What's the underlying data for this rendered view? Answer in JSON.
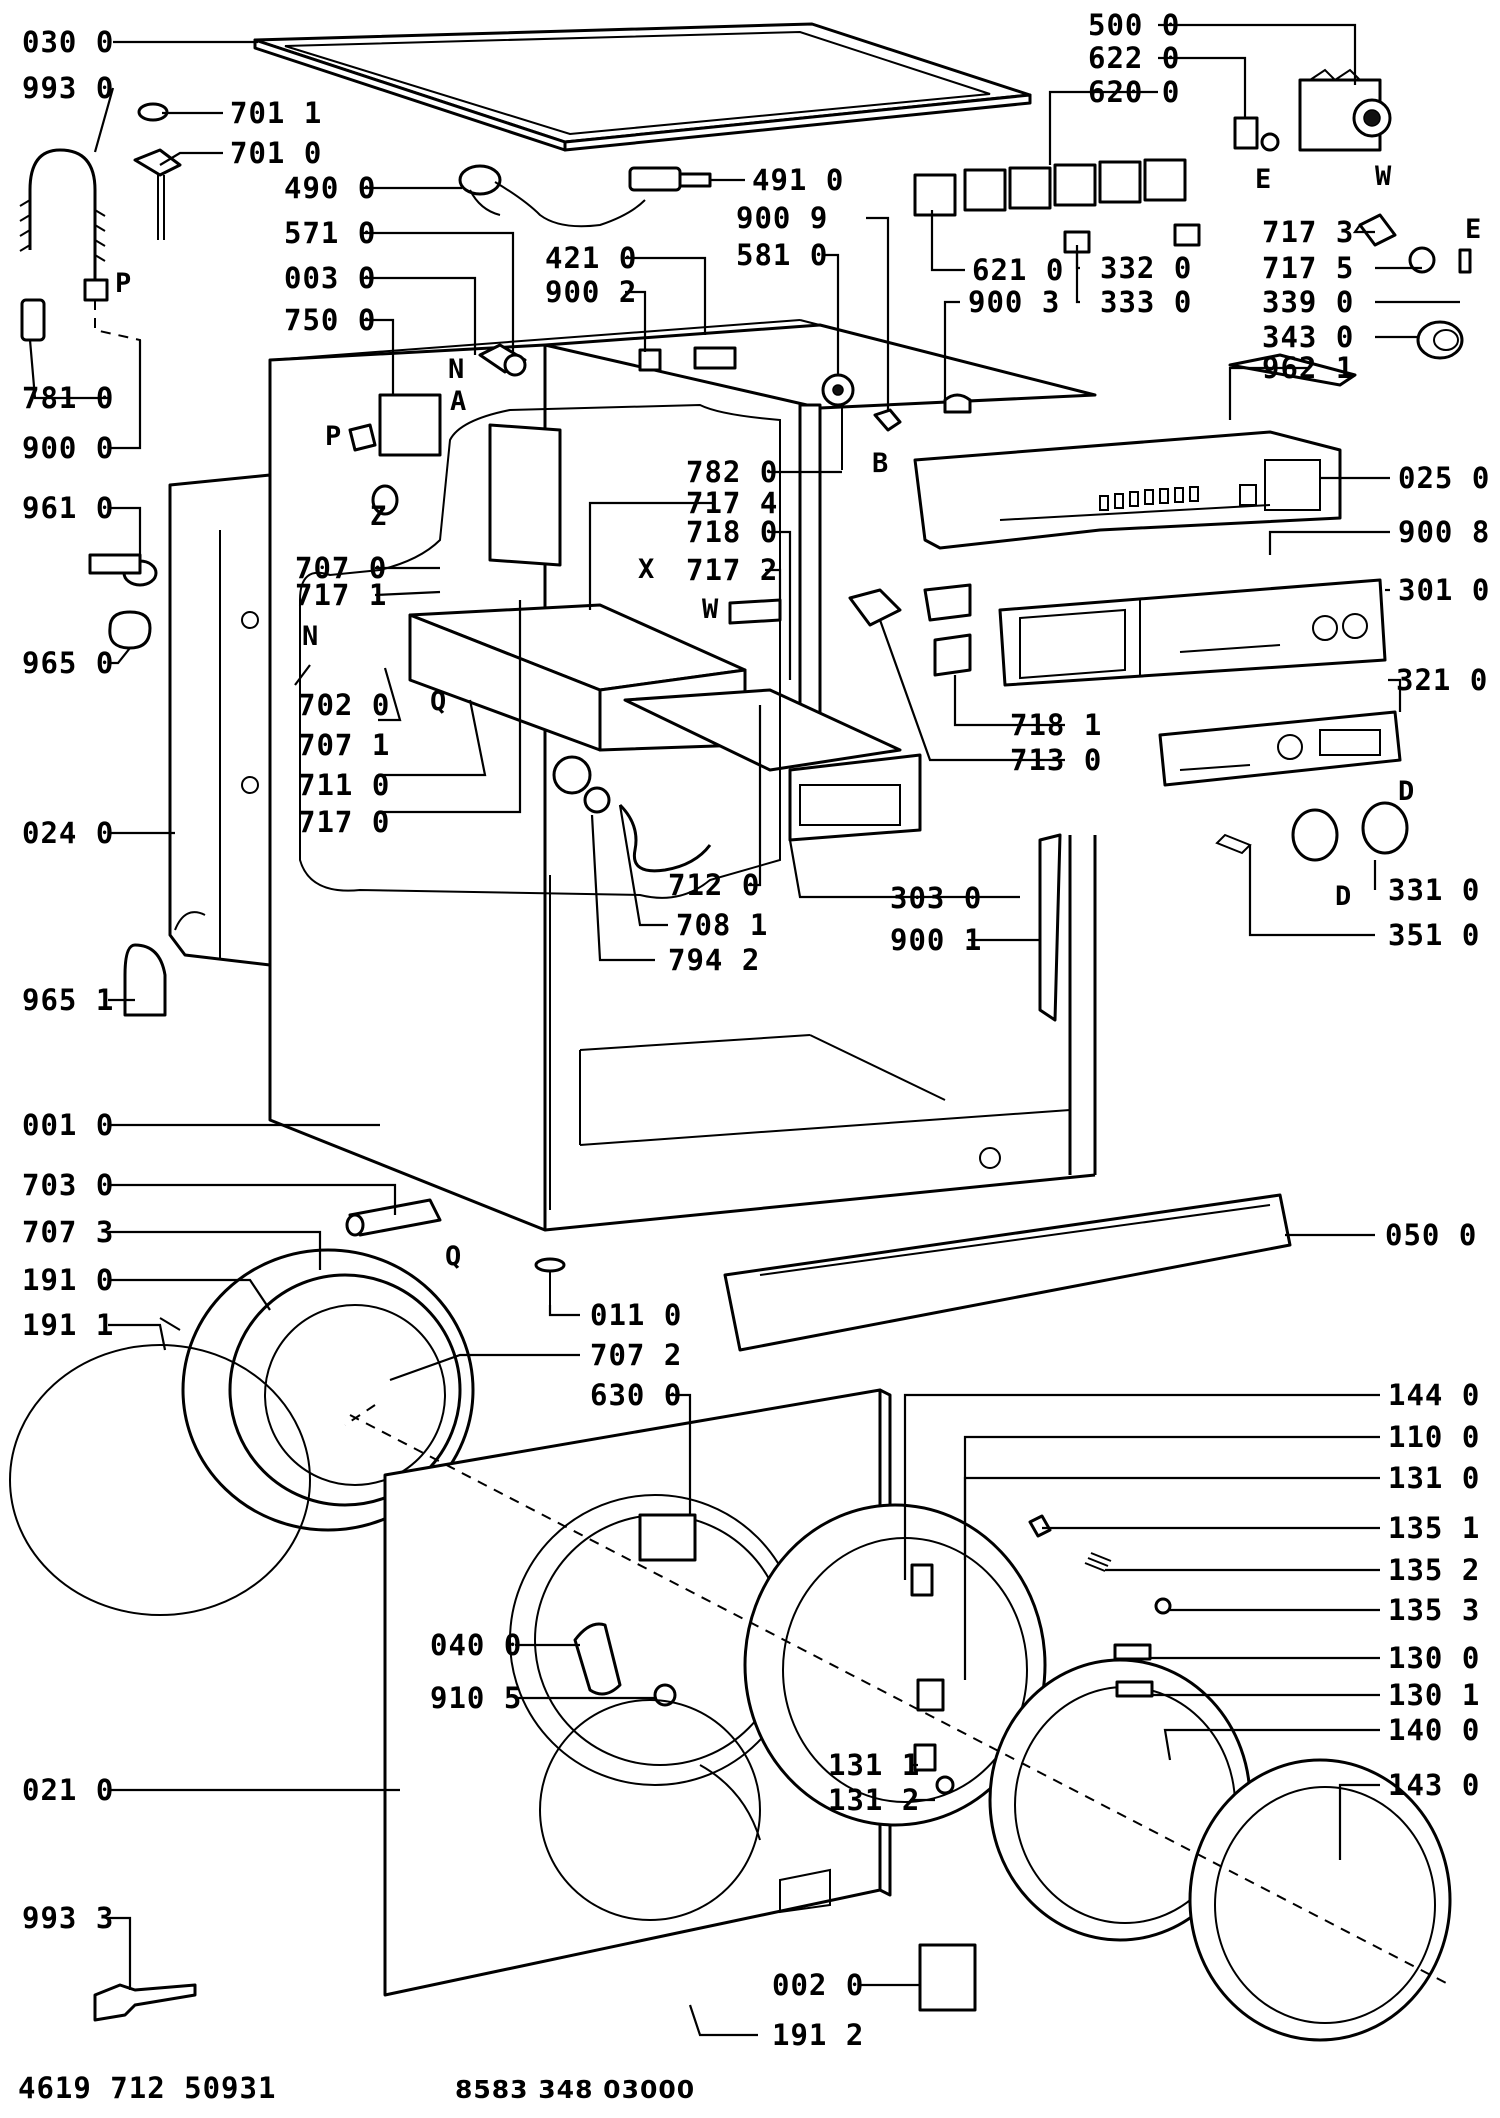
{
  "callouts": [
    {
      "name": "callout-030-0",
      "text": "030 0"
    },
    {
      "name": "callout-993-0",
      "text": "993 0"
    },
    {
      "name": "callout-701-1",
      "text": "701 1"
    },
    {
      "name": "callout-701-0",
      "text": "701 0"
    },
    {
      "name": "callout-490-0",
      "text": "490 0"
    },
    {
      "name": "callout-491-0",
      "text": "491 0"
    },
    {
      "name": "callout-500-0",
      "text": "500 0"
    },
    {
      "name": "callout-622-0",
      "text": "622 0"
    },
    {
      "name": "callout-620-0",
      "text": "620 0"
    },
    {
      "name": "callout-571-0",
      "text": "571 0"
    },
    {
      "name": "callout-900-9",
      "text": "900 9"
    },
    {
      "name": "callout-421-0",
      "text": "421 0"
    },
    {
      "name": "callout-581-0",
      "text": "581 0"
    },
    {
      "name": "callout-003-0",
      "text": "003 0"
    },
    {
      "name": "callout-900-2",
      "text": "900 2"
    },
    {
      "name": "callout-621-0",
      "text": "621 0"
    },
    {
      "name": "callout-332-0",
      "text": "332 0"
    },
    {
      "name": "callout-717-3",
      "text": "717 3"
    },
    {
      "name": "callout-717-5",
      "text": "717 5"
    },
    {
      "name": "callout-750-0",
      "text": "750 0"
    },
    {
      "name": "callout-900-3",
      "text": "900 3"
    },
    {
      "name": "callout-333-0",
      "text": "333 0"
    },
    {
      "name": "callout-339-0",
      "text": "339 0"
    },
    {
      "name": "callout-343-0",
      "text": "343 0"
    },
    {
      "name": "callout-962-1",
      "text": "962 1"
    },
    {
      "name": "callout-781-0",
      "text": "781 0"
    },
    {
      "name": "callout-900-0",
      "text": "900 0"
    },
    {
      "name": "callout-782-0",
      "text": "782 0"
    },
    {
      "name": "callout-025-0",
      "text": "025 0"
    },
    {
      "name": "callout-961-0",
      "text": "961 0"
    },
    {
      "name": "callout-717-4",
      "text": "717 4"
    },
    {
      "name": "callout-718-0",
      "text": "718 0"
    },
    {
      "name": "callout-900-8",
      "text": "900 8"
    },
    {
      "name": "callout-707-0",
      "text": "707 0"
    },
    {
      "name": "callout-717-2",
      "text": "717 2"
    },
    {
      "name": "callout-717-1",
      "text": "717 1"
    },
    {
      "name": "callout-301-0",
      "text": "301 0"
    },
    {
      "name": "callout-965-0",
      "text": "965 0"
    },
    {
      "name": "callout-321-0",
      "text": "321 0"
    },
    {
      "name": "callout-702-0",
      "text": "702 0"
    },
    {
      "name": "callout-718-1",
      "text": "718 1"
    },
    {
      "name": "callout-707-1",
      "text": "707 1"
    },
    {
      "name": "callout-713-0",
      "text": "713 0"
    },
    {
      "name": "callout-711-0",
      "text": "711 0"
    },
    {
      "name": "callout-717-0",
      "text": "717 0"
    },
    {
      "name": "callout-024-0",
      "text": "024 0"
    },
    {
      "name": "callout-712-0",
      "text": "712 0"
    },
    {
      "name": "callout-303-0",
      "text": "303 0"
    },
    {
      "name": "callout-331-0",
      "text": "331 0"
    },
    {
      "name": "callout-708-1",
      "text": "708 1"
    },
    {
      "name": "callout-900-1",
      "text": "900 1"
    },
    {
      "name": "callout-351-0",
      "text": "351 0"
    },
    {
      "name": "callout-794-2",
      "text": "794 2"
    },
    {
      "name": "callout-965-1",
      "text": "965 1"
    },
    {
      "name": "callout-001-0",
      "text": "001 0"
    },
    {
      "name": "callout-703-0",
      "text": "703 0"
    },
    {
      "name": "callout-707-3",
      "text": "707 3"
    },
    {
      "name": "callout-050-0",
      "text": "050 0"
    },
    {
      "name": "callout-191-0",
      "text": "191 0"
    },
    {
      "name": "callout-011-0",
      "text": "011 0"
    },
    {
      "name": "callout-191-1",
      "text": "191 1"
    },
    {
      "name": "callout-707-2",
      "text": "707 2"
    },
    {
      "name": "callout-630-0",
      "text": "630 0"
    },
    {
      "name": "callout-144-0",
      "text": "144 0"
    },
    {
      "name": "callout-110-0",
      "text": "110 0"
    },
    {
      "name": "callout-131-0",
      "text": "131 0"
    },
    {
      "name": "callout-135-1",
      "text": "135 1"
    },
    {
      "name": "callout-135-2",
      "text": "135 2"
    },
    {
      "name": "callout-135-3",
      "text": "135 3"
    },
    {
      "name": "callout-040-0",
      "text": "040 0"
    },
    {
      "name": "callout-130-0",
      "text": "130 0"
    },
    {
      "name": "callout-910-5",
      "text": "910 5"
    },
    {
      "name": "callout-130-1",
      "text": "130 1"
    },
    {
      "name": "callout-140-0",
      "text": "140 0"
    },
    {
      "name": "callout-131-1",
      "text": "131 1"
    },
    {
      "name": "callout-021-0",
      "text": "021 0"
    },
    {
      "name": "callout-131-2",
      "text": "131 2"
    },
    {
      "name": "callout-143-0",
      "text": "143 0"
    },
    {
      "name": "callout-993-3",
      "text": "993 3"
    },
    {
      "name": "callout-002-0",
      "text": "002 0"
    },
    {
      "name": "callout-191-2",
      "text": "191 2"
    }
  ],
  "letters": [
    {
      "name": "marker-p-hose",
      "text": "P"
    },
    {
      "name": "marker-e-left",
      "text": "E"
    },
    {
      "name": "marker-w-top",
      "text": "W"
    },
    {
      "name": "marker-e-right",
      "text": "E"
    },
    {
      "name": "marker-n-top",
      "text": "N"
    },
    {
      "name": "marker-a",
      "text": "A"
    },
    {
      "name": "marker-p-valve",
      "text": "P"
    },
    {
      "name": "marker-z",
      "text": "Z"
    },
    {
      "name": "marker-b",
      "text": "B"
    },
    {
      "name": "marker-x",
      "text": "X"
    },
    {
      "name": "marker-w-mid",
      "text": "W"
    },
    {
      "name": "marker-n-left",
      "text": "N"
    },
    {
      "name": "marker-q-mid",
      "text": "Q"
    },
    {
      "name": "marker-d-upper",
      "text": "D"
    },
    {
      "name": "marker-d-lower",
      "text": "D"
    },
    {
      "name": "marker-q-low",
      "text": "Q"
    }
  ],
  "footer": {
    "left": "4619 712 50931",
    "center": "8583 348 03000"
  }
}
